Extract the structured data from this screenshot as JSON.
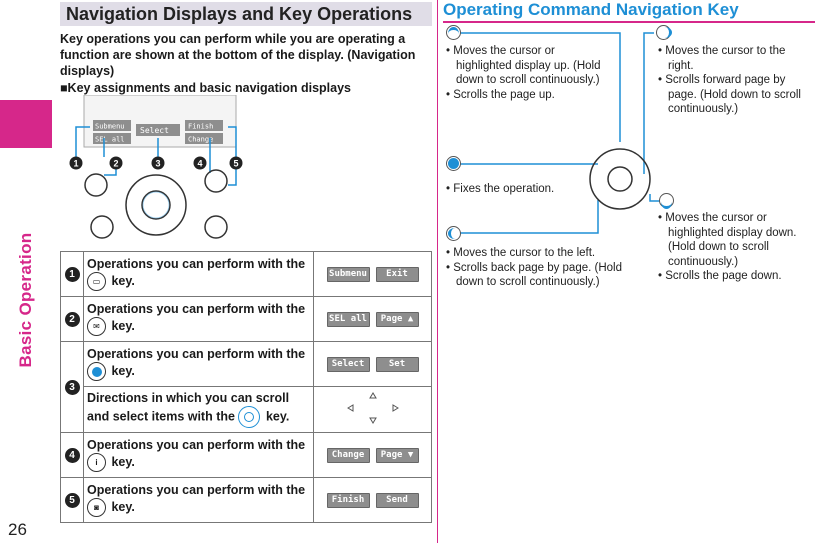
{
  "sidebar": {
    "section": "Basic Operation",
    "page_number": "26"
  },
  "left": {
    "heading": "Navigation Displays and Key Operations",
    "intro": "Key operations you can perform while you are operating a function are shown at the bottom of the display. (Navigation displays)",
    "subheading": "■Key assignments and basic navigation displays",
    "keypad_labels": {
      "softkey_tl": "Submenu",
      "softkey_bl": "SEL all",
      "center": "Select",
      "softkey_tr": "Finish",
      "softkey_br": "Change"
    },
    "table": {
      "key_word": "key.",
      "rows": [
        {
          "num": "1",
          "text": "Operations you can perform with the",
          "key_icon": "menu-key-icon",
          "displays": [
            "Submenu",
            "Exit"
          ]
        },
        {
          "num": "2",
          "text": "Operations you can perform with the",
          "key_icon": "mail-key-icon",
          "displays": [
            "SEL all",
            "Page ▲"
          ]
        },
        {
          "num": "3",
          "text": "Operations you can perform with the",
          "key_icon": "center-key-icon",
          "displays": [
            "Select",
            "Set"
          ]
        },
        {
          "num": "",
          "text": "Directions in which you can scroll and select items with the",
          "key_icon": "nav-key-icon",
          "displays": []
        },
        {
          "num": "4",
          "text": "Operations you can perform with the",
          "key_icon": "imode-key-icon",
          "displays": [
            "Change",
            "Page ▼"
          ]
        },
        {
          "num": "5",
          "text": "Operations you can perform with the",
          "key_icon": "camera-key-icon",
          "displays": [
            "Finish",
            "Send"
          ]
        }
      ]
    }
  },
  "right": {
    "title": "Operating Command Navigation Key",
    "up": [
      "Moves the cursor or highlighted display up. (Hold down to scroll continuously.)",
      "Scrolls the page up."
    ],
    "right": [
      "Moves the cursor to the right.",
      "Scrolls forward page by page. (Hold down to scroll continuously.)"
    ],
    "center": [
      "Fixes the operation."
    ],
    "left": [
      "Moves the cursor to the left.",
      "Scrolls back page by page. (Hold down to scroll continuously.)"
    ],
    "down": [
      "Moves the cursor or highlighted display down. (Hold down to scroll continuously.)",
      "Scrolls the page down."
    ]
  },
  "colors": {
    "accent_magenta": "#d6278a",
    "accent_blue": "#1e8fd5",
    "heading_bg": "#e0dde7"
  }
}
